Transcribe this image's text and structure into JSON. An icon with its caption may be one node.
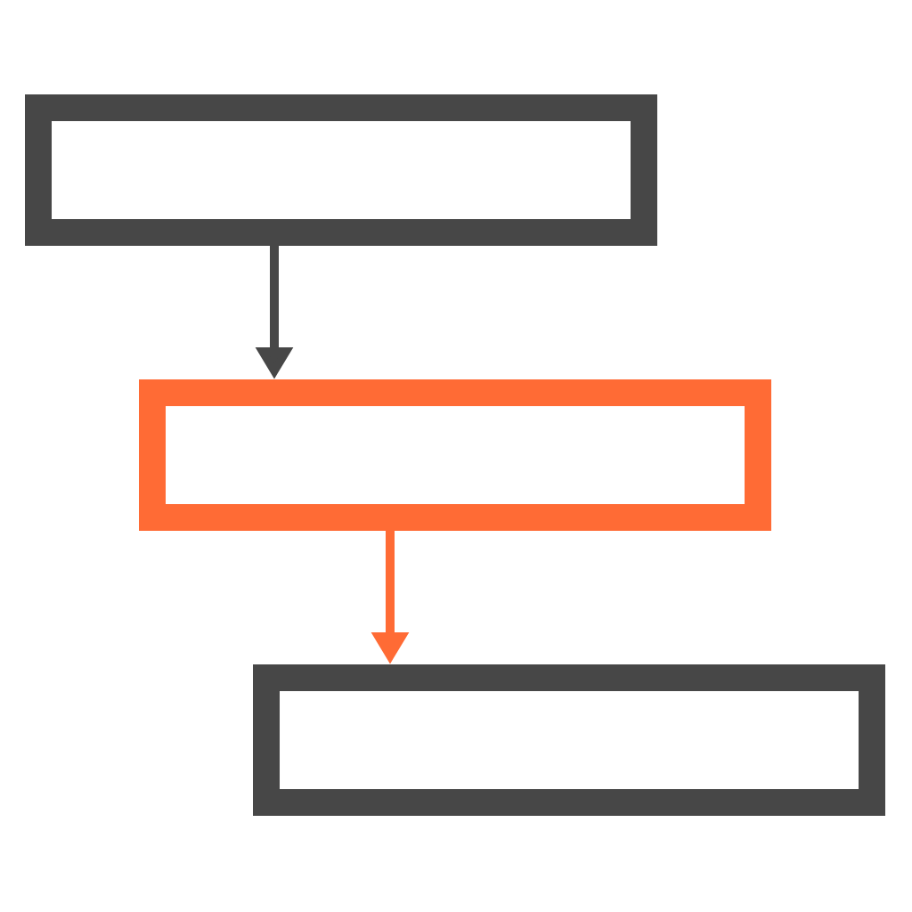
{
  "diagram": {
    "nodes": [
      {
        "text": [],
        "shape": "box"
      },
      {
        "text": [],
        "shape": "box"
      },
      {
        "text": [],
        "shape": "box"
      }
    ],
    "edges": [
      {
        "from": 0,
        "to": 1,
        "arrow": "to"
      },
      {
        "from": 1,
        "to": 2,
        "arrow": "to",
        "color": "#ff6b35"
      }
    ]
  }
}
